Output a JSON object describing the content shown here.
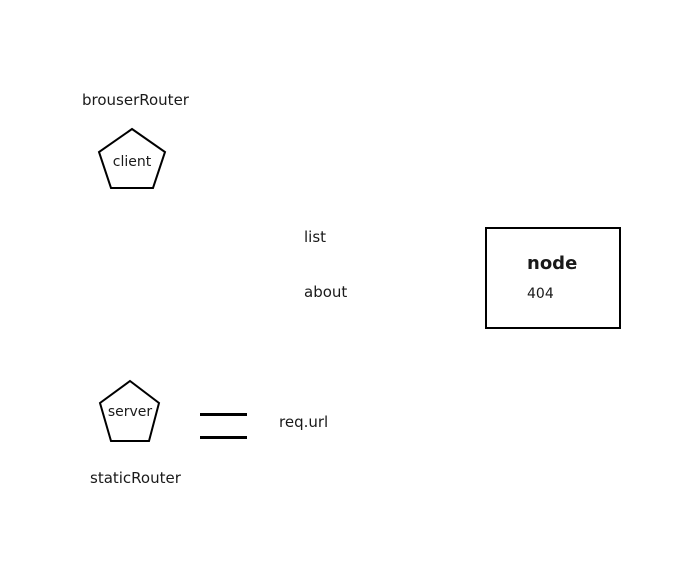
{
  "browser_router": {
    "label": "brouserRouter",
    "shape_text": "client"
  },
  "static_router": {
    "label": "staticRouter",
    "shape_text": "server"
  },
  "routes": {
    "list": "list",
    "about": "about"
  },
  "node_box": {
    "title": "node",
    "code": "404"
  },
  "req_url": "req.url"
}
